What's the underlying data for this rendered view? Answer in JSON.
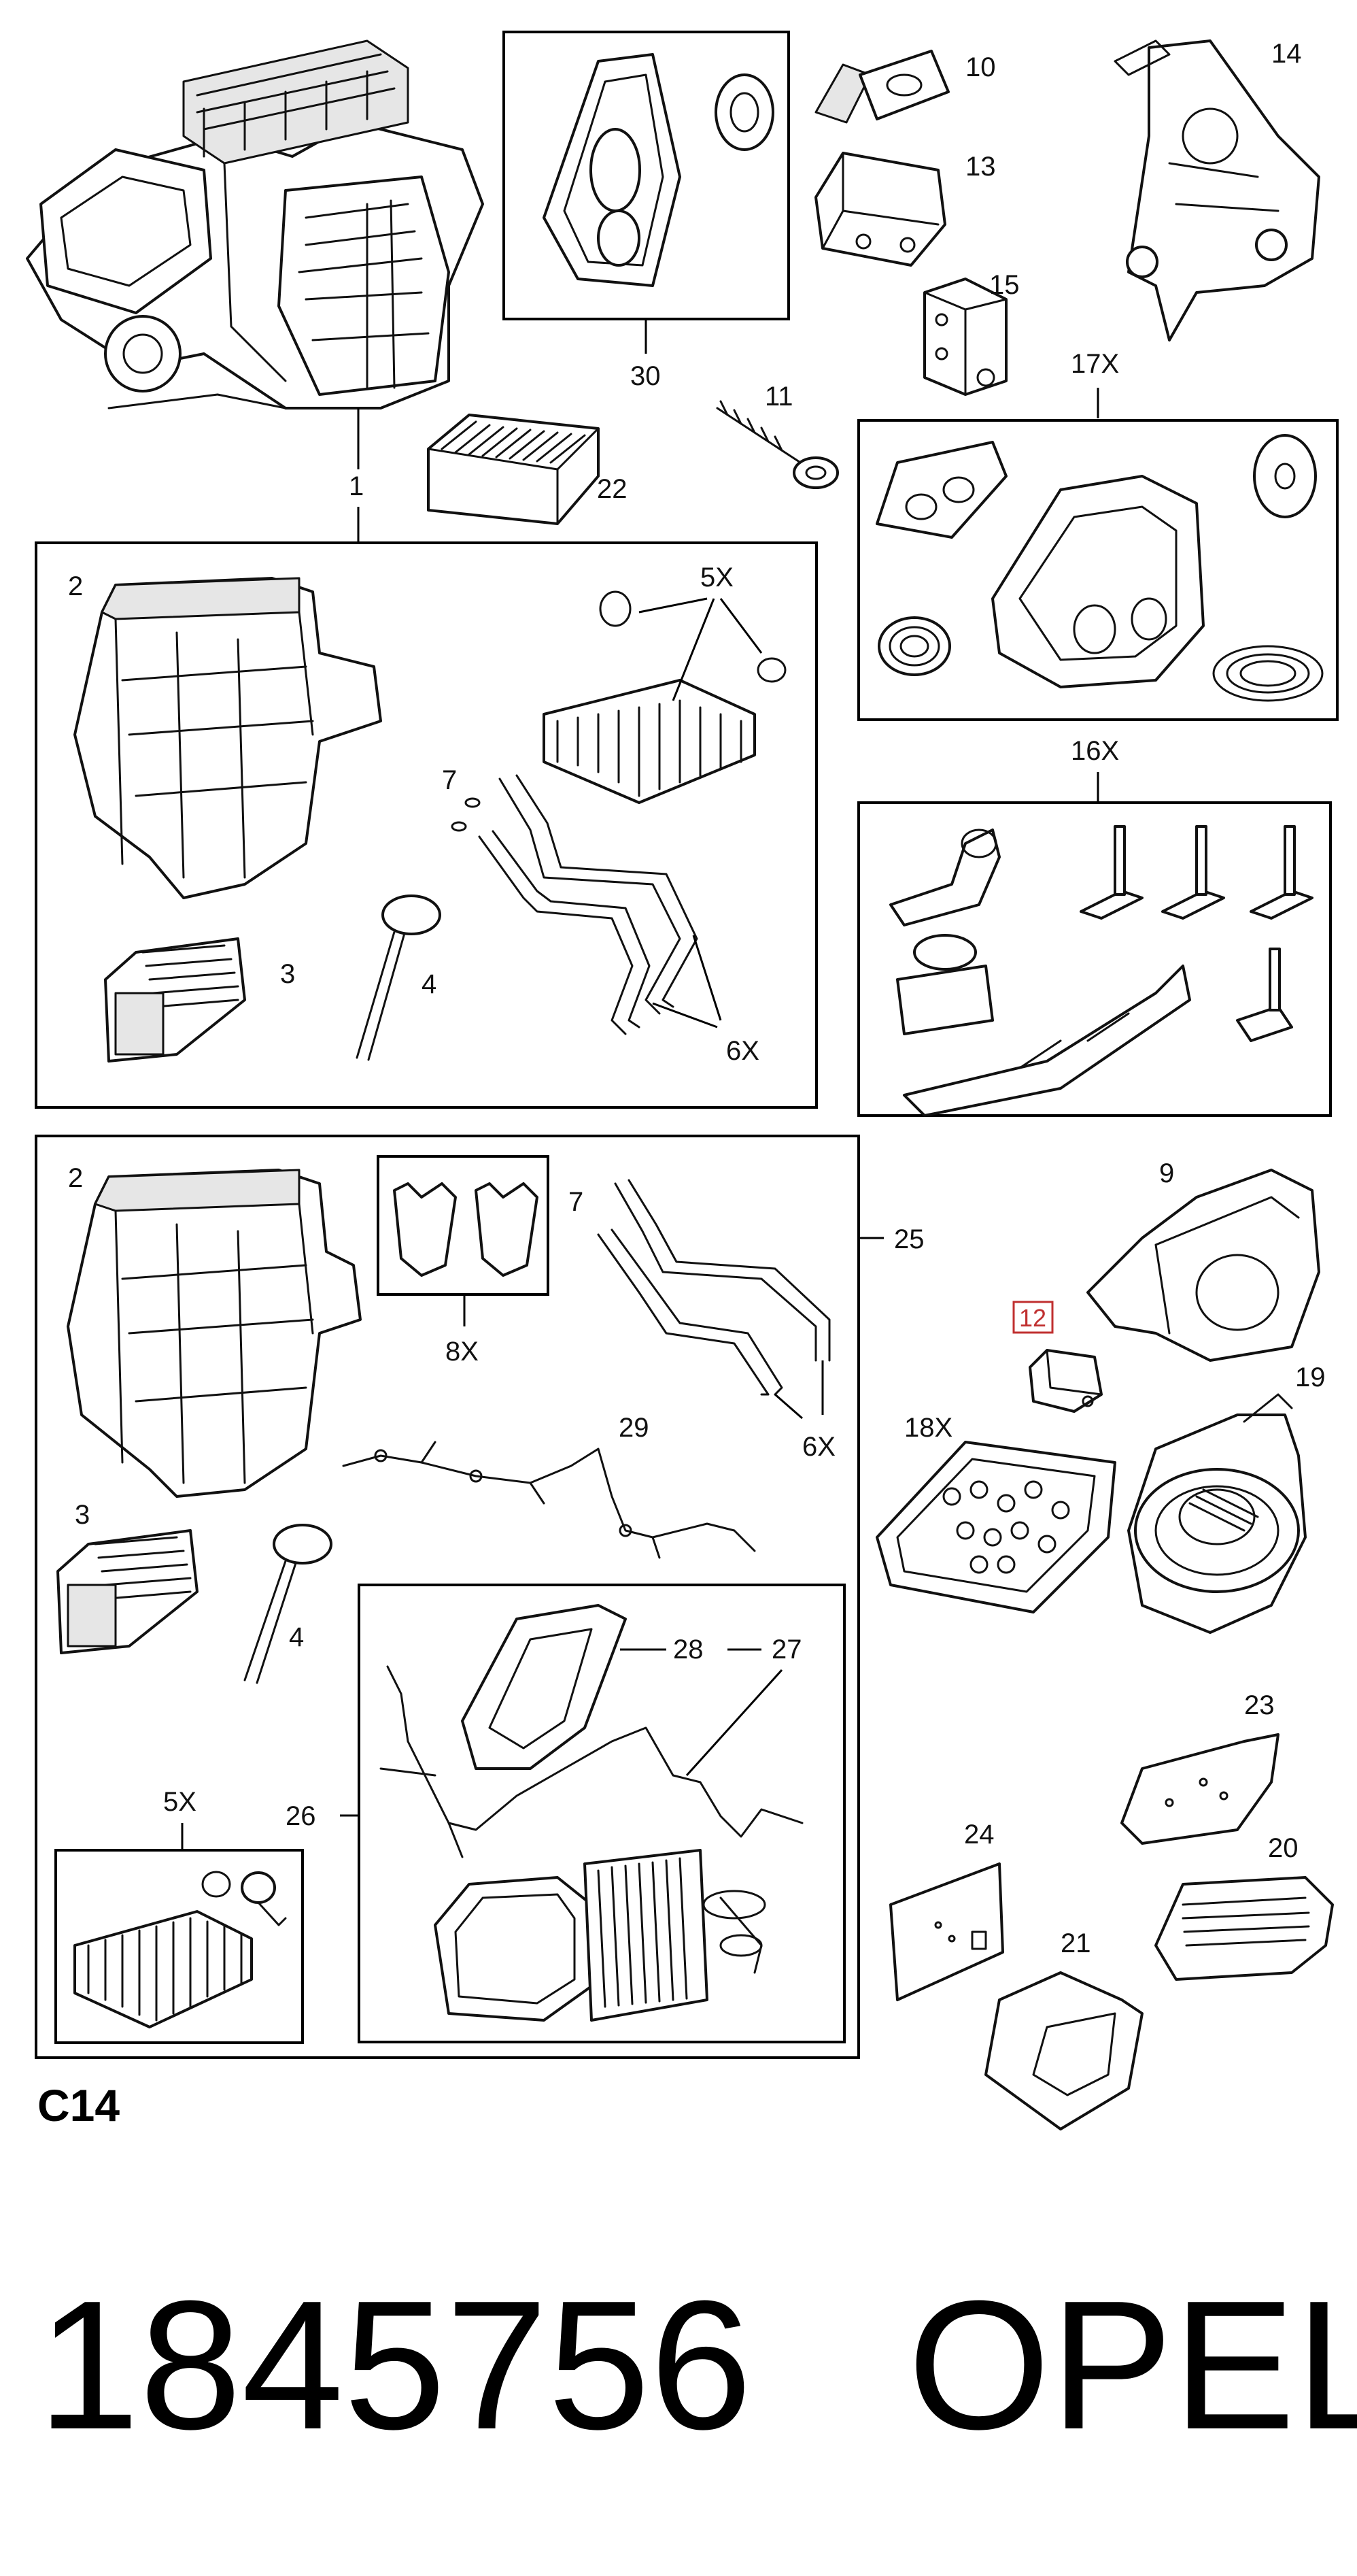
{
  "section": "C14",
  "part_number": "1845756",
  "brand": "OPEL",
  "highlight_color": "#c03030",
  "highlighted_callout": "12",
  "callouts": {
    "c1": "1",
    "c2a": "2",
    "c2b": "2",
    "c3a": "3",
    "c3b": "3",
    "c4a": "4",
    "c4b": "4",
    "c5xa": "5X",
    "c5xb": "5X",
    "c6xa": "6X",
    "c6xb": "6X",
    "c7a": "7",
    "c7b": "7",
    "c8x": "8X",
    "c9": "9",
    "c10": "10",
    "c11": "11",
    "c12": "12",
    "c13": "13",
    "c14": "14",
    "c15": "15",
    "c16x": "16X",
    "c17x": "17X",
    "c18x": "18X",
    "c19": "19",
    "c20": "20",
    "c21": "21",
    "c22": "22",
    "c23": "23",
    "c24": "24",
    "c25": "25",
    "c26": "26",
    "c27": "27",
    "c28": "28",
    "c29": "29",
    "c30": "30"
  }
}
